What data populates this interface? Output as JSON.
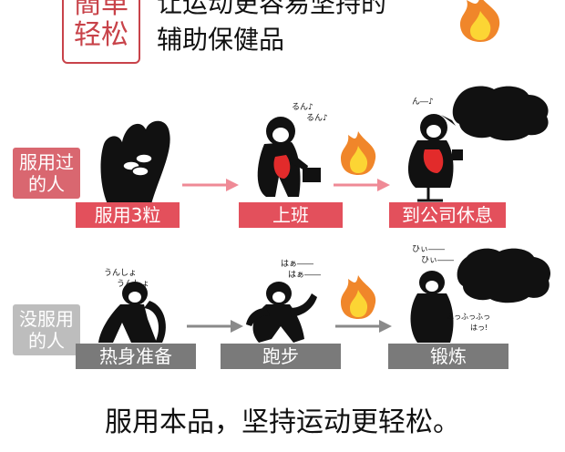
{
  "badge": {
    "line1": "簡単",
    "line2": "轻松"
  },
  "headline": {
    "line1": "让运动更容易坚持的",
    "line2": "辅助保健品"
  },
  "row1": {
    "label_line1": "服用过",
    "label_line2": "的人",
    "steps": [
      "服用3粒",
      "上班",
      "到公司休息"
    ],
    "bubble_texts": [
      "るん♪",
      "るん♪",
      "ん―♪"
    ]
  },
  "row2": {
    "label_line1": "没服用",
    "label_line2": "的人",
    "steps": [
      "热身准备",
      "跑步",
      "锻炼"
    ],
    "bubble_texts": [
      "うんしょ",
      "うんしょ",
      "はぁ――",
      "はぁ――",
      "ひぃ――",
      "ひぃ――",
      "ふっふっふっ",
      "はっ!"
    ]
  },
  "footer": "服用本品，坚持运动更轻松。",
  "colors": {
    "accent_red": "#e3505c",
    "badge_red": "#c8434a",
    "gray_box": "#7a7a7a"
  }
}
